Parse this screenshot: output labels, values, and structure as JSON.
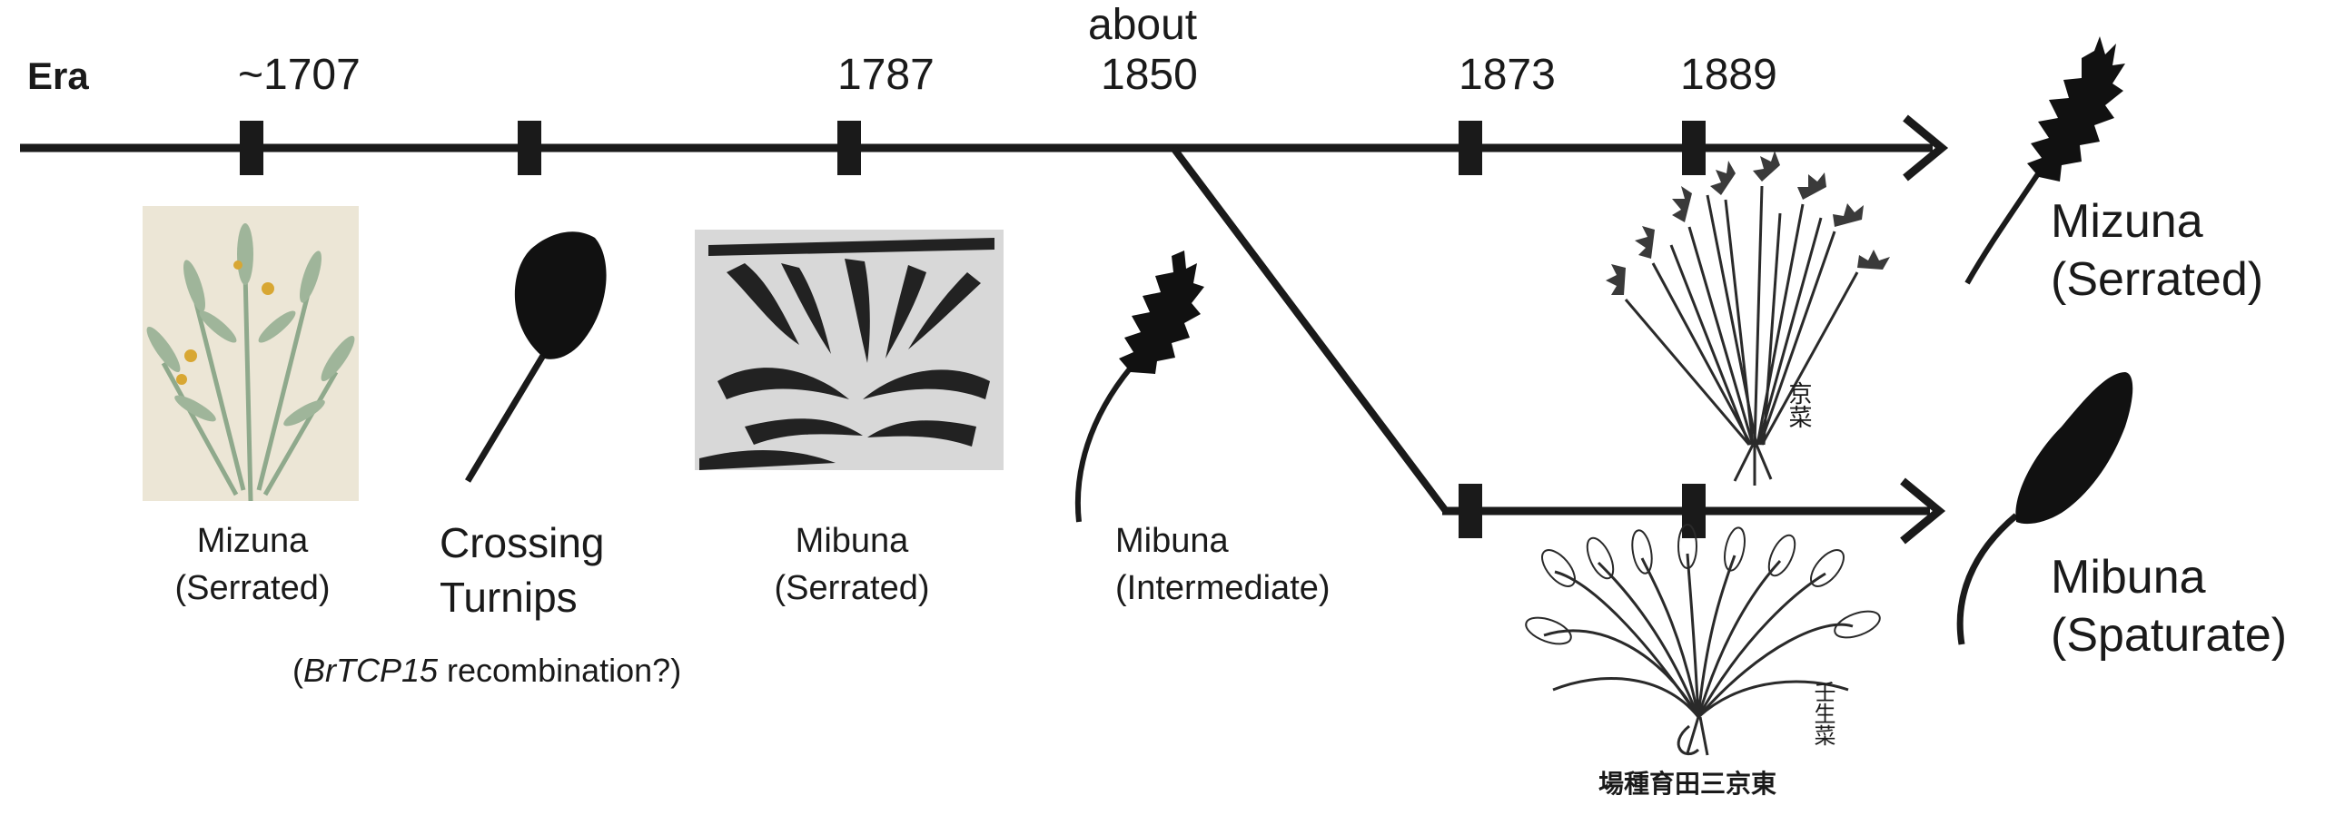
{
  "axis": {
    "era_label": "Era",
    "about_label": "about"
  },
  "years": [
    "~1707",
    "1787",
    "1850",
    "1873",
    "1889"
  ],
  "stages": {
    "mizuna_origin": {
      "name": "Mizuna",
      "type": "(Serrated)"
    },
    "crossing": {
      "line1": "Crossing",
      "line2": "Turnips"
    },
    "note": {
      "open": "(",
      "gene": "BrTCP15",
      "text": " recombination?)"
    },
    "mibuna_serrated": {
      "name": "Mibuna",
      "type": "(Serrated)"
    },
    "mibuna_intermediate": {
      "name": "Mibuna",
      "type": "(Intermediate)"
    }
  },
  "results": {
    "mizuna": {
      "name": "Mizuna",
      "type": "(Serrated)"
    },
    "mibuna": {
      "name": "Mibuna",
      "type": "(Spaturate)"
    }
  },
  "illustration_text": {
    "kyona_label": "京菜",
    "mibuna_label": "壬生菜",
    "source_label": "東京三田育種場"
  },
  "colors": {
    "ink": "#1a1a1a",
    "photo_green": "#9fb59a",
    "photo_bg": "#ece6d6",
    "print_bg": "#d8d8d8"
  }
}
